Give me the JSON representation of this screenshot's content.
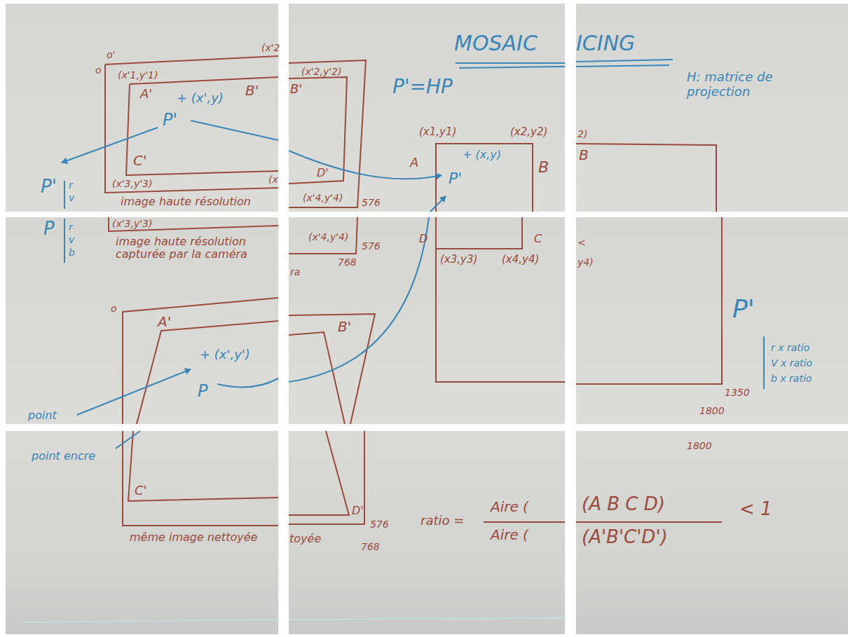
{
  "diagram": {
    "labels": [
      "o",
      "o'",
      "(x'1,y'1)",
      "(x'2",
      "A'",
      "B'",
      "+ (x',y)",
      "P'",
      "C'",
      "(x'3,y'3)",
      "(x",
      "P'",
      "r",
      "v",
      "image haute résolution",
      "(x'2,y'2)",
      "B'",
      "MOSAIC",
      "P'=HP",
      "(x1,y1)",
      "(x2,y2)",
      "A",
      "B",
      "+ (x,y)",
      "P'",
      "D'",
      "(x'4,y'4)",
      "576",
      "ICING",
      "H: matrice de projection",
      "2)",
      "B",
      "(x'3,y'3)",
      "P",
      "r",
      "v",
      "b",
      "image haute résolution capturée par la caméra",
      "o",
      "A'",
      "+ (x',y')",
      "P",
      "point",
      "(x'4,y'4)",
      "576",
      "768",
      "ra",
      "B'",
      "D",
      "(x3,y3)",
      "(x4,y4)",
      "C",
      "<",
      "y4)",
      "P'",
      "r x ratio",
      "V x ratio",
      "b x ratio",
      "1350",
      "1800",
      "point encre",
      "C'",
      "même image nettoyée",
      "D'",
      "576",
      "toyée",
      "768",
      "ratio =",
      "Aire (",
      "Aire (",
      "1800",
      "(A B C D)",
      "(A'B'C'D')",
      "< 1"
    ]
  }
}
